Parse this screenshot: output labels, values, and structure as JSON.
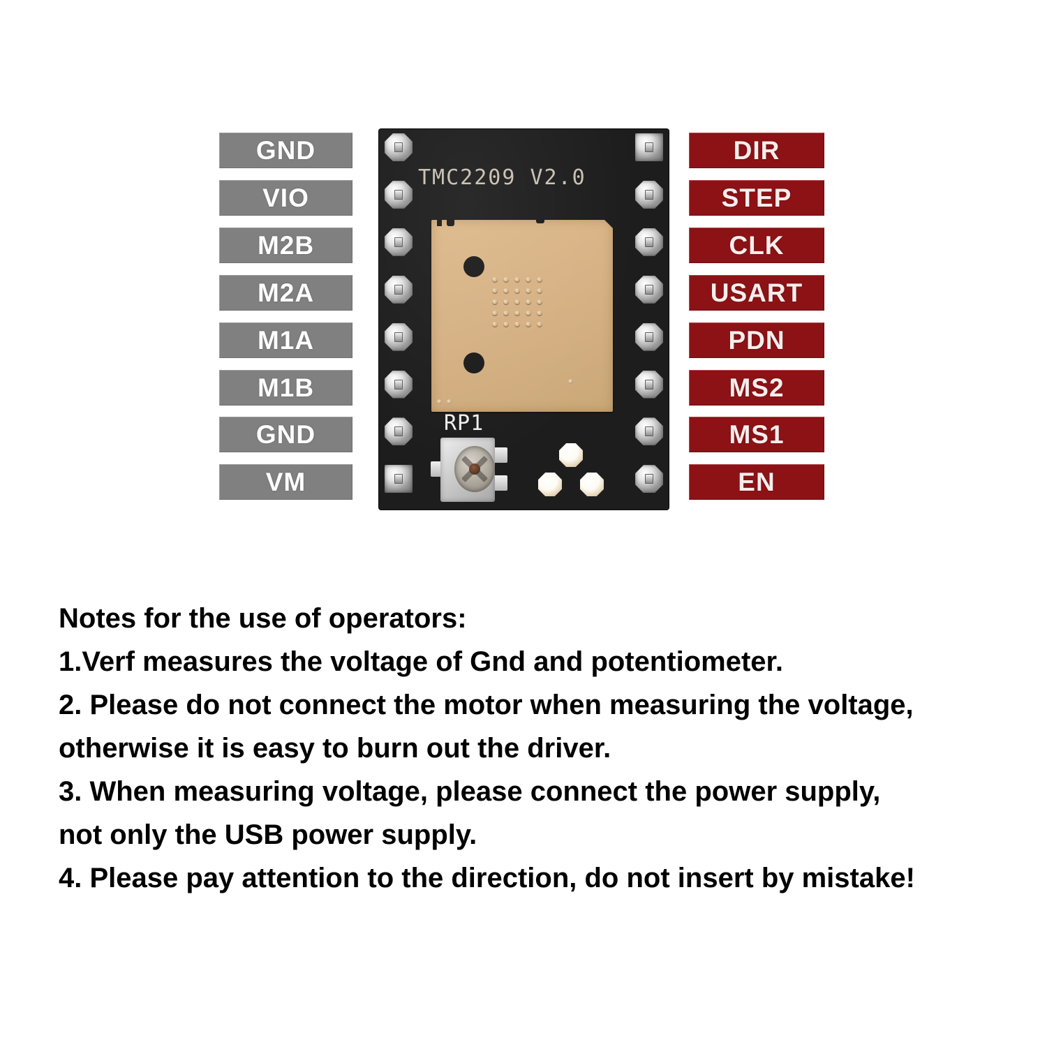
{
  "diagram": {
    "board": {
      "silkscreen_title": "TMC2209 V2.0",
      "potentiometer_ref": "RP1",
      "board_color": "#1d1d1d",
      "chip_color": "#d6b184",
      "pad_color": "#d0d0d0"
    },
    "left_pin_labels": {
      "color": "#808080",
      "text_color": "#ffffff",
      "items": [
        {
          "label": "GND"
        },
        {
          "label": "VIO"
        },
        {
          "label": "M2B"
        },
        {
          "label": "M2A"
        },
        {
          "label": "M1A"
        },
        {
          "label": "M1B"
        },
        {
          "label": "GND"
        },
        {
          "label": "VM"
        }
      ]
    },
    "right_pin_labels": {
      "color": "#8c1216",
      "text_color": "#f6eeec",
      "items": [
        {
          "label": "DIR"
        },
        {
          "label": "STEP"
        },
        {
          "label": "CLK"
        },
        {
          "label": "USART"
        },
        {
          "label": "PDN"
        },
        {
          "label": "MS2"
        },
        {
          "label": "MS1"
        },
        {
          "label": "EN"
        }
      ]
    }
  },
  "notes": {
    "heading": "Notes for the use of operators:",
    "lines": [
      "1.Verf measures the voltage of Gnd and potentiometer.",
      "2. Please do not connect the motor when measuring the voltage,",
      "otherwise it is easy to burn out the driver.",
      "3. When measuring voltage, please connect the power supply,",
      "not only the USB power supply.",
      "4. Please pay attention to the direction, do not insert by mistake!"
    ]
  }
}
